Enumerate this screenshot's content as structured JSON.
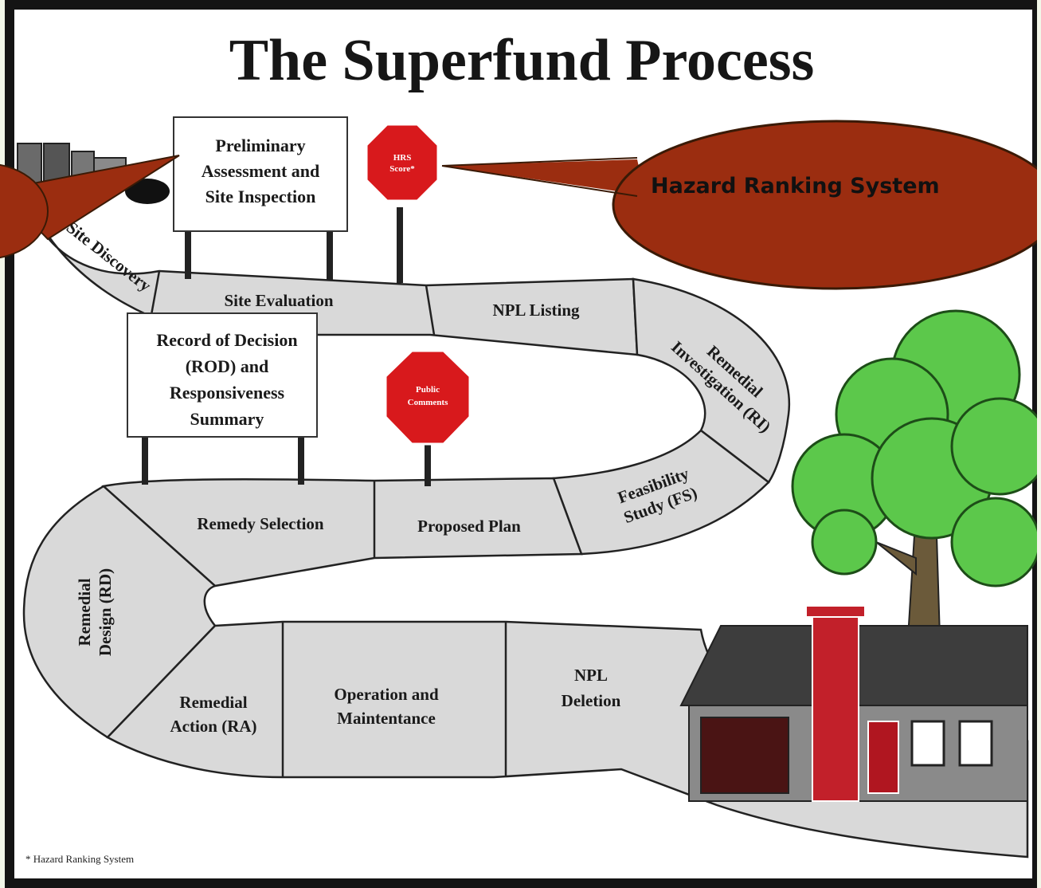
{
  "title": "The Superfund Process",
  "signs": {
    "pa_si": [
      "Preliminary",
      "Assessment and",
      "Site Inspection"
    ],
    "rod": [
      "Record of Decision",
      "(ROD) and",
      "Responsiveness",
      "Summary"
    ]
  },
  "stops": {
    "hrs": [
      "HRS",
      "Score*"
    ],
    "public": [
      "Public",
      "Comments"
    ]
  },
  "steps": {
    "site_discovery": "Site Discovery",
    "site_evaluation": "Site Evaluation",
    "npl_listing": "NPL Listing",
    "ri": [
      "Remedial",
      "Investigation (RI)"
    ],
    "fs": [
      "Feasibility",
      "Study (FS)"
    ],
    "proposed_plan": "Proposed Plan",
    "remedy_selection": "Remedy Selection",
    "rd": [
      "Remedial",
      "Design (RD)"
    ],
    "ra": [
      "Remedial",
      "Action (RA)"
    ],
    "om": [
      "Operation and",
      "Maintentance"
    ],
    "npl_deletion": [
      "NPL",
      "Deletion"
    ]
  },
  "callout": "Hazard Ranking System",
  "footnote": "* Hazard Ranking System",
  "colors": {
    "callout_fill": "#9b2d10",
    "stop_red": "#d8191c",
    "road_fill": "#d9d9d9",
    "tree_green": "#5cc84b",
    "trunk_brown": "#6b5a3a",
    "roof": "#3d3d3d",
    "house_wall": "#8a8a8a",
    "brick": "#c2202a",
    "frame": "#141414",
    "page_bg": "#f2f6e8"
  }
}
